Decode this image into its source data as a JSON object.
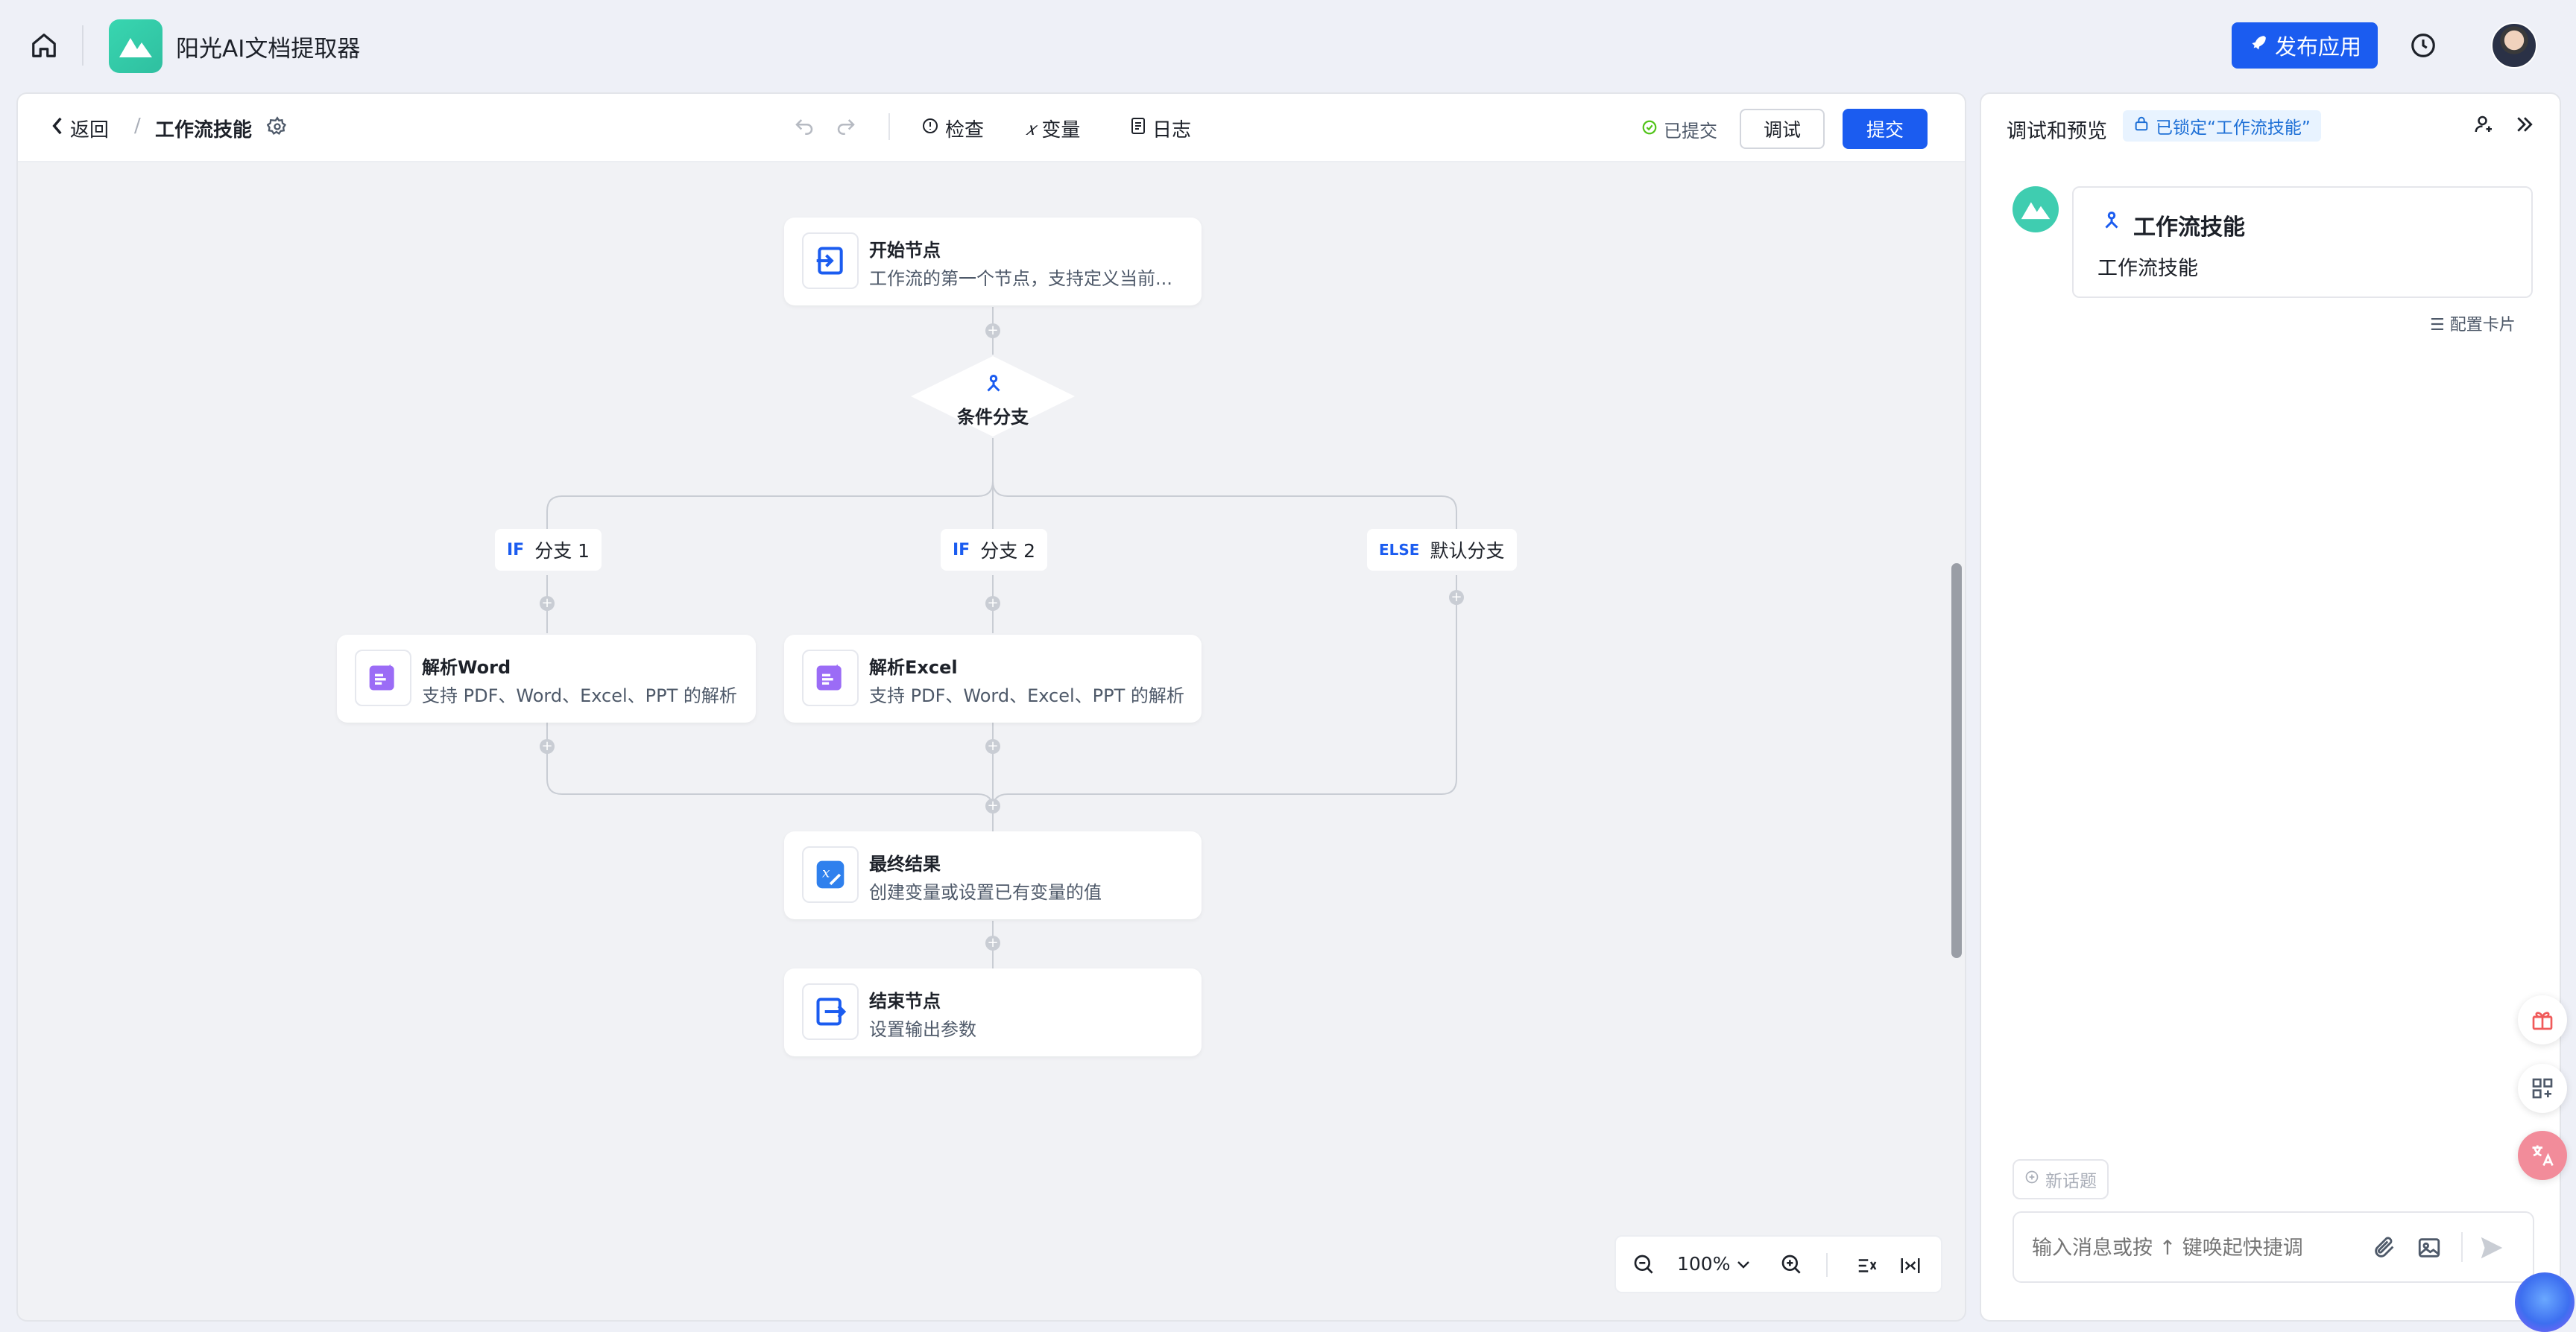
{
  "app": {
    "title": "阳光AI文档提取器",
    "publish_label": "发布应用"
  },
  "toolbar": {
    "back_label": "返回",
    "workflow_name": "工作流技能",
    "check_label": "检查",
    "variables_label": "变量",
    "log_label": "日志",
    "submitted_label": "已提交",
    "debug_label": "调试",
    "submit_label": "提交"
  },
  "nodes": {
    "start": {
      "title": "开始节点",
      "desc": "工作流的第一个节点，支持定义当前..."
    },
    "condition": {
      "title": "条件分支"
    },
    "branches": [
      {
        "tag": "IF",
        "label": "分支 1"
      },
      {
        "tag": "IF",
        "label": "分支 2"
      },
      {
        "tag": "ELSE",
        "label": "默认分支"
      }
    ],
    "parse_word": {
      "title": "解析Word",
      "desc": "支持 PDF、Word、Excel、PPT 的解析"
    },
    "parse_excel": {
      "title": "解析Excel",
      "desc": "支持 PDF、Word、Excel、PPT 的解析"
    },
    "final_result": {
      "title": "最终结果",
      "desc": "创建变量或设置已有变量的值"
    },
    "end": {
      "title": "结束节点",
      "desc": "设置输出参数"
    }
  },
  "zoom": {
    "level": "100%"
  },
  "preview": {
    "title": "调试和预览",
    "lock_label": "已锁定“工作流技能”",
    "card_title": "工作流技能",
    "card_subtitle": "工作流技能",
    "config_card_label": "配置卡片",
    "new_topic_label": "新话题",
    "input_placeholder": "输入消息或按 ↑ 键唤起快捷调"
  },
  "colors": {
    "primary": "#1b5cf0",
    "teal": "#3fcdb0",
    "purple": "#9b6cf6",
    "success": "#52c41a"
  }
}
